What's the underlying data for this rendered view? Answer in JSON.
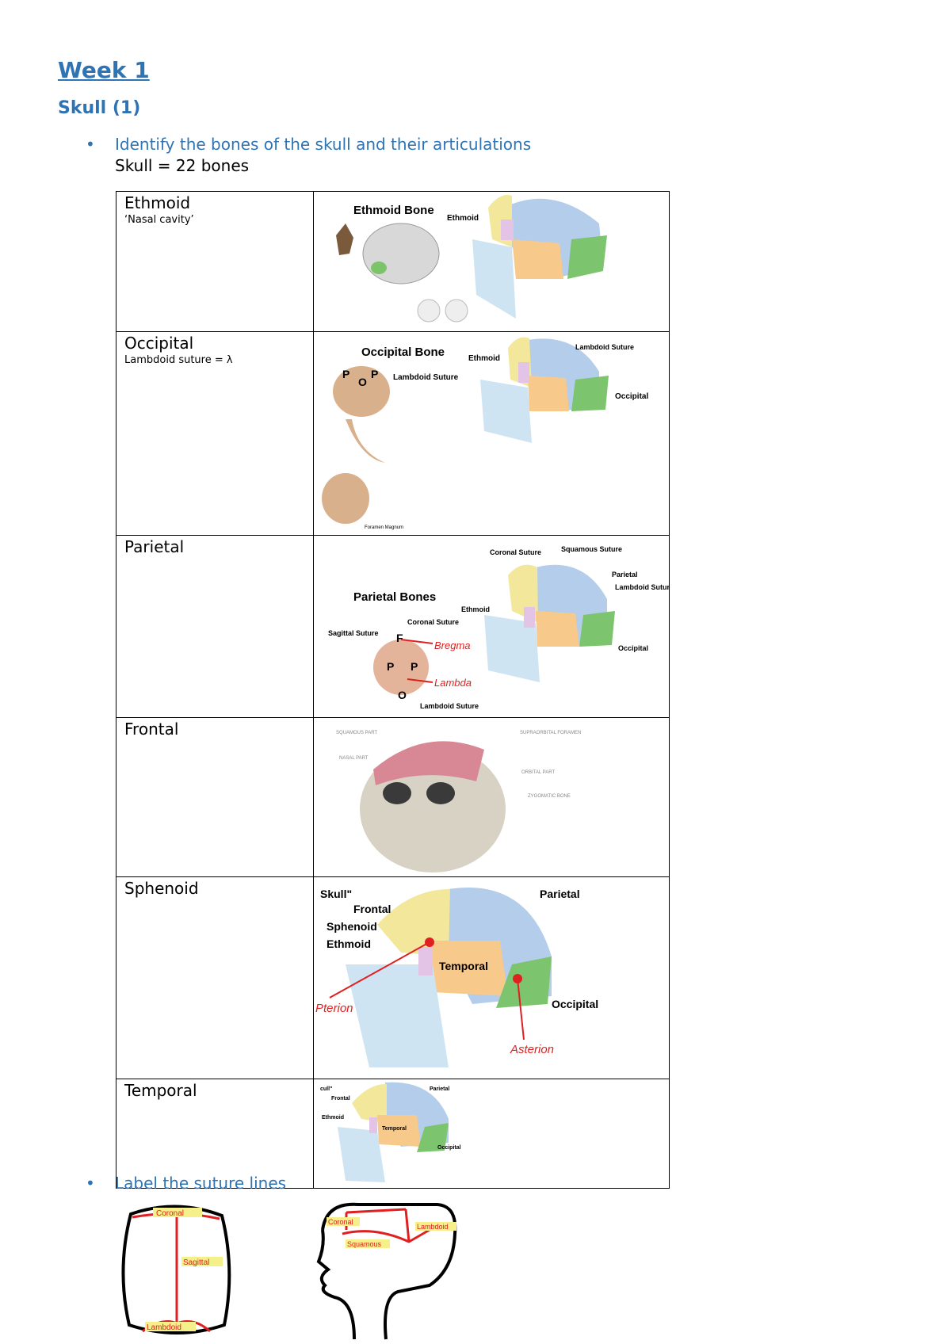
{
  "heading": "Week 1",
  "subheading": "Skull (1)",
  "objective1": {
    "bullet": "•",
    "text": "Identify the bones of the skull and their articulations",
    "note": "Skull = 22 bones"
  },
  "bones": [
    {
      "name": "Ethmoid",
      "note": "‘Nasal cavity’",
      "figure": {
        "title": "Ethmoid Bone",
        "labels": [
          "Ethmoid"
        ]
      }
    },
    {
      "name": "Occipital",
      "note": "Lambdoid suture = λ",
      "figure": {
        "title": "Occipital Bone",
        "labels": [
          "Lambdoid Suture",
          "Ethmoid",
          "Lambdoid Suture",
          "Occipital",
          "Foramen Magnum"
        ],
        "letters": [
          "P",
          "O",
          "P"
        ]
      }
    },
    {
      "name": "Parietal",
      "note": "",
      "figure": {
        "title": "Parietal Bones",
        "labels": [
          "Coronal Suture",
          "Squamous Suture",
          "Parietal",
          "Lambdoid Suture",
          "Ethmoid",
          "Coronal Suture",
          "Sagittal Suture",
          "Occipital",
          "Lambdoid Suture"
        ],
        "letters": [
          "F",
          "P",
          "P",
          "O"
        ],
        "handwritten": [
          "Bregma",
          "Lambda"
        ]
      }
    },
    {
      "name": "Frontal",
      "note": "",
      "figure": {
        "labels": [
          "SQUAMOUS PART",
          "SUPRAORBITAL FORAMEN",
          "NASAL PART",
          "ORBITAL PART",
          "ZYGOMATIC BONE"
        ]
      }
    },
    {
      "name": "Sphenoid",
      "note": "",
      "figure": {
        "title": "Skull\"",
        "labels": [
          "Frontal",
          "Parietal",
          "Sphenoid",
          "Ethmoid",
          "Temporal",
          "Occipital"
        ],
        "handwritten": [
          "Pterion",
          "Asterion"
        ]
      }
    },
    {
      "name": "Temporal",
      "note": "",
      "figure": {
        "title": "cull\"",
        "labels": [
          "Frontal",
          "Parietal",
          "Ethmoid",
          "Temporal",
          "Occipital"
        ]
      }
    }
  ],
  "objective2": {
    "bullet": "•",
    "text": "Label the suture lines"
  },
  "sketches": {
    "top": [
      "Coronal",
      "Sagittal",
      "Lambdoid"
    ],
    "side": [
      "Coronal",
      "Lambdoid",
      "Squamous"
    ]
  },
  "colors": {
    "heading": "#2E74B5",
    "parietal": "#B4CDEB",
    "frontal": "#F2E79A",
    "temporal": "#F7C98A",
    "occipital": "#7DC46E",
    "face": "#CFE4F2",
    "ethmoid": "#E3C3E6",
    "annotation": "#E02020"
  }
}
